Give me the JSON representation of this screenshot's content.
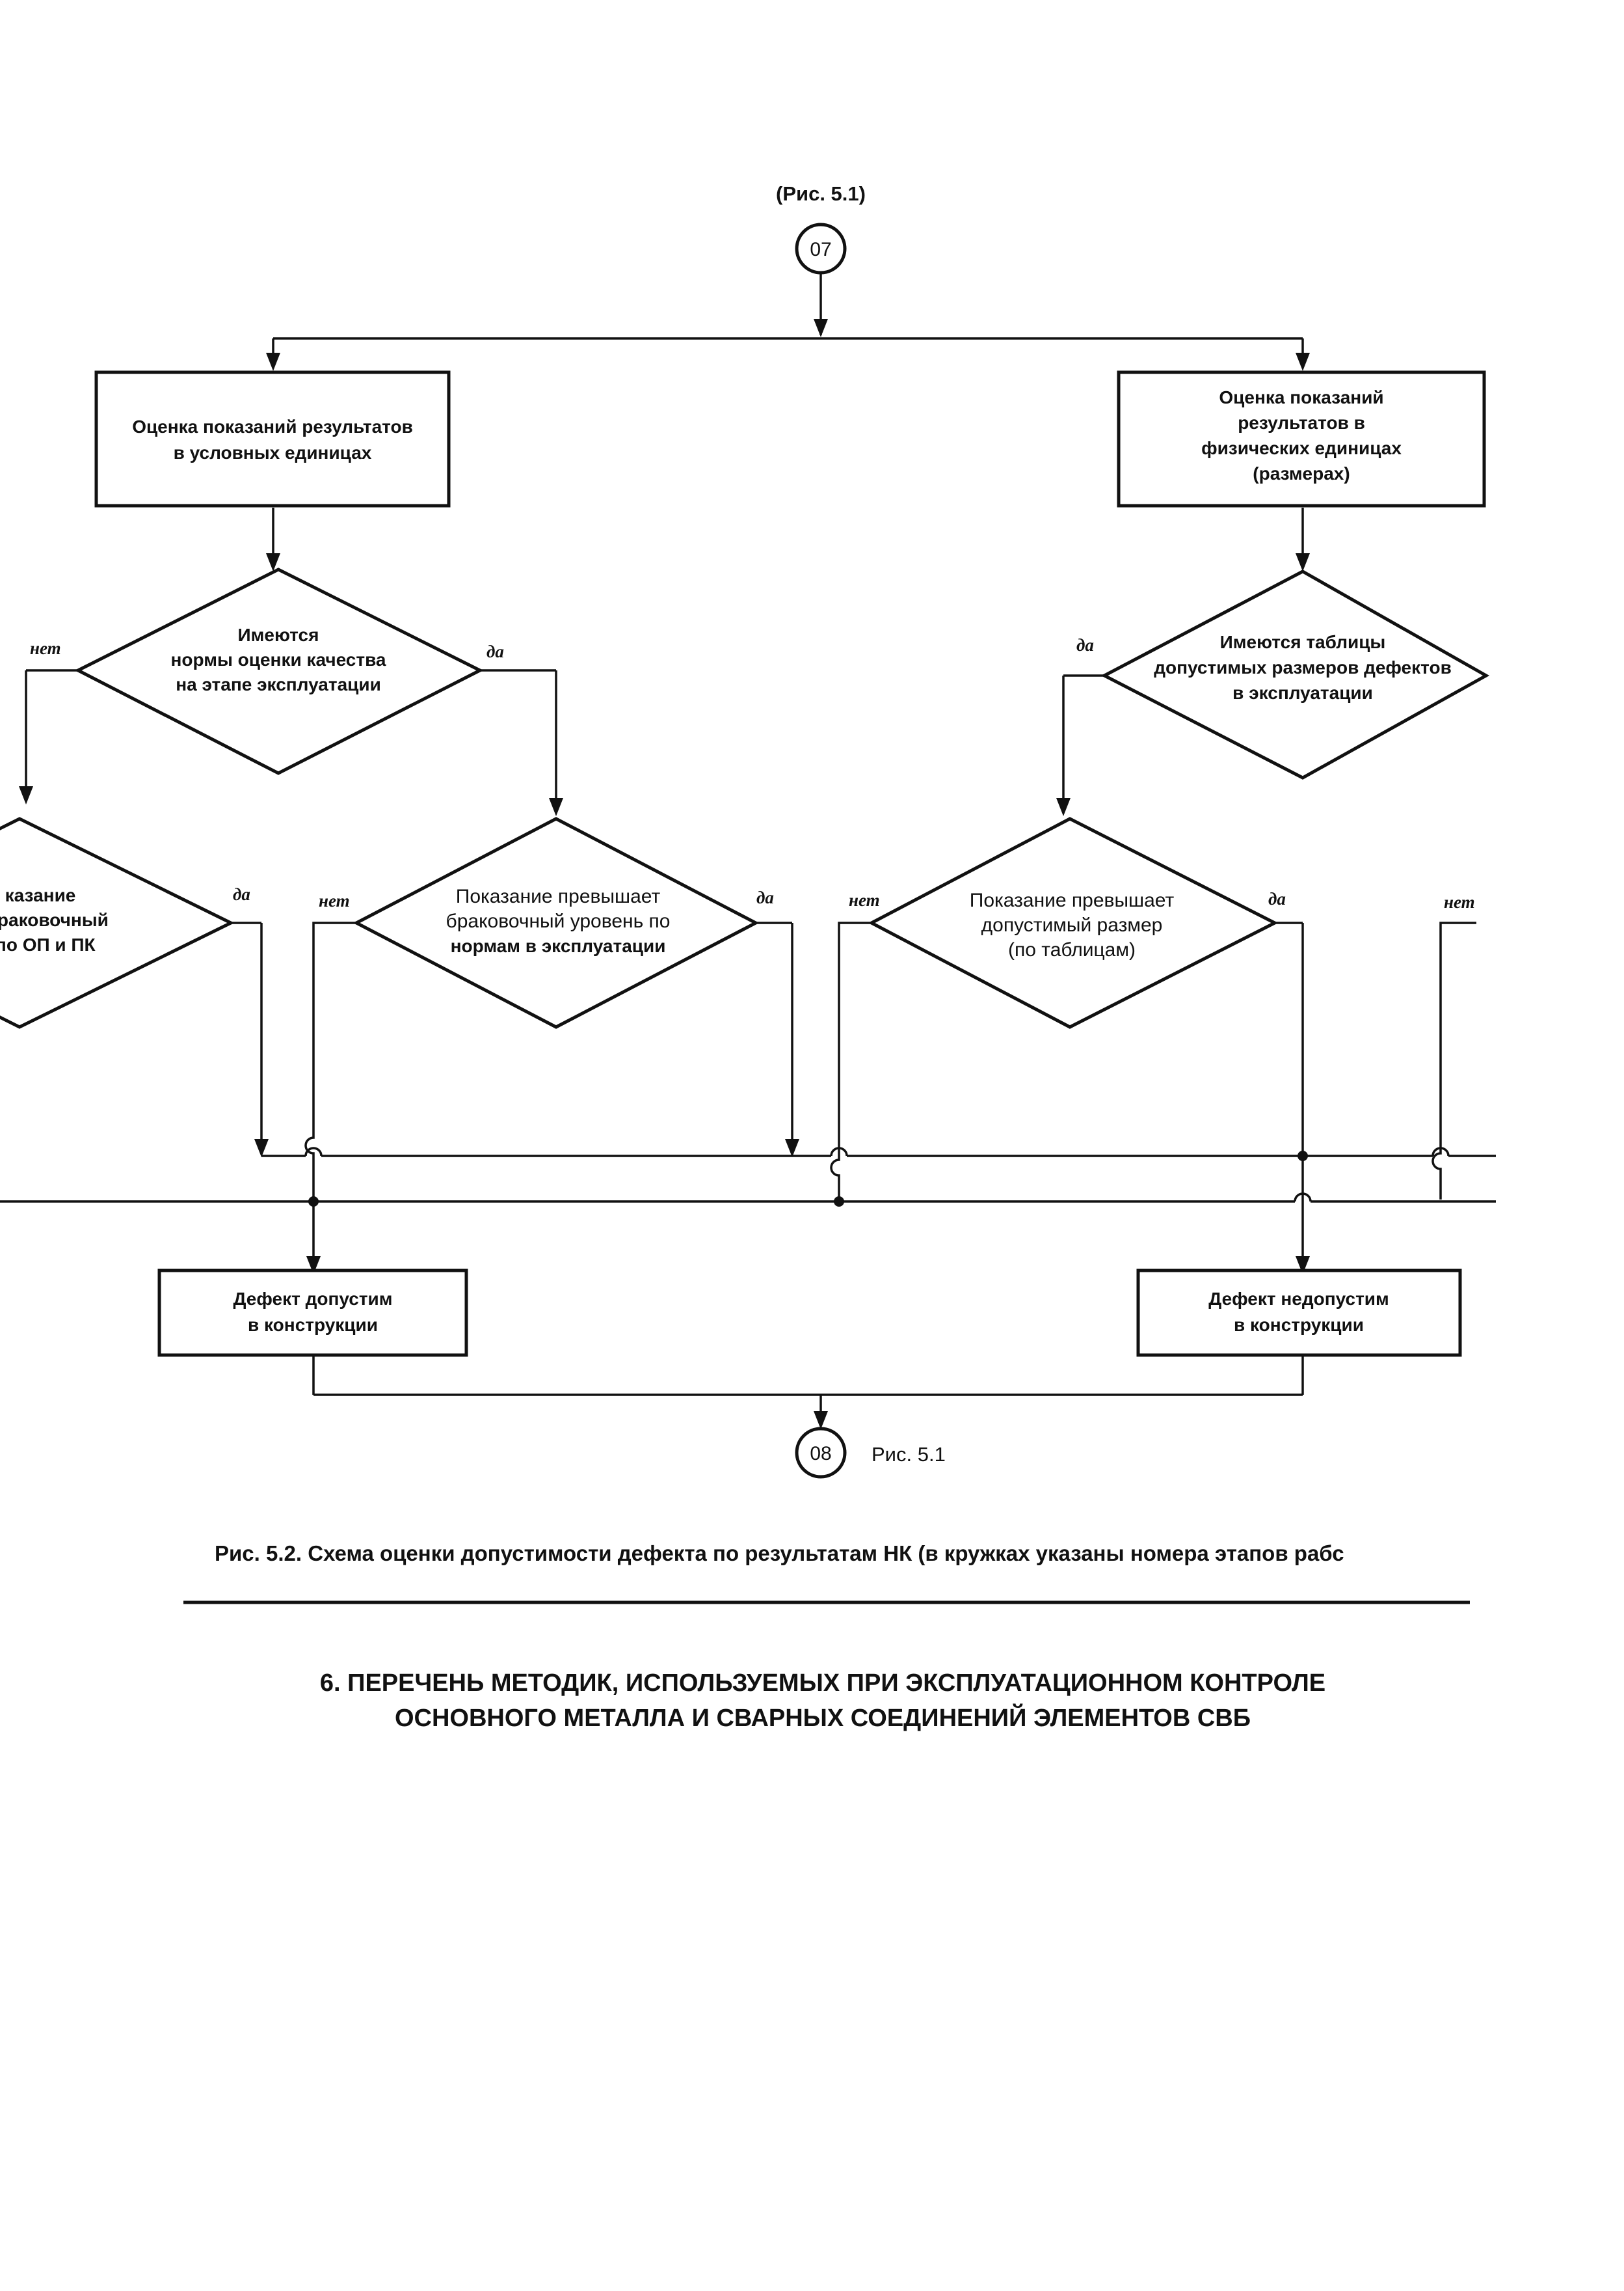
{
  "top_ref": "(Рис. 5.1)",
  "start_node": "07",
  "end_node": "08",
  "end_ref": "Рис. 5.1",
  "box_conventional": [
    "Оценка показаний результатов",
    "в условных единицах"
  ],
  "box_physical": [
    "Оценка показаний",
    "результатов в",
    "физических единицах",
    "(размерах)"
  ],
  "diamond_norms": [
    "Имеются",
    "нормы оценки качества",
    "на этапе эксплуатации"
  ],
  "diamond_tables": [
    "Имеются таблицы",
    "допустимых размеров дефектов",
    "в эксплуатации"
  ],
  "diamond_partial": [
    "казание",
    "т браковочный",
    ". по ОП и ПК"
  ],
  "diamond_norms_exceed": [
    "Показание превышает",
    "браковочный уровень по",
    "нормам в эксплуатации"
  ],
  "diamond_size_exceed": [
    "Показание превышает",
    "допустимый размер",
    "(по таблицам)"
  ],
  "box_acceptable": [
    "Дефект допустим",
    "в конструкции"
  ],
  "box_unacceptable": [
    "Дефект недопустим",
    "в конструкции"
  ],
  "label_no": "нет",
  "label_yes": "да",
  "caption": "Рис. 5.2. Схема оценки допустимости дефекта по результатам НК (в кружках указаны номера этапов рабс",
  "section_heading": [
    "6. ПЕРЕЧЕНЬ МЕТОДИК, ИСПОЛЬЗУЕМЫХ ПРИ ЭКСПЛУАТАЦИОННОМ КОНТРОЛЕ",
    "ОСНОВНОГО МЕТАЛЛА И СВАРНЫХ СОЕДИНЕНИЙ ЭЛЕМЕНТОВ СВБ"
  ]
}
